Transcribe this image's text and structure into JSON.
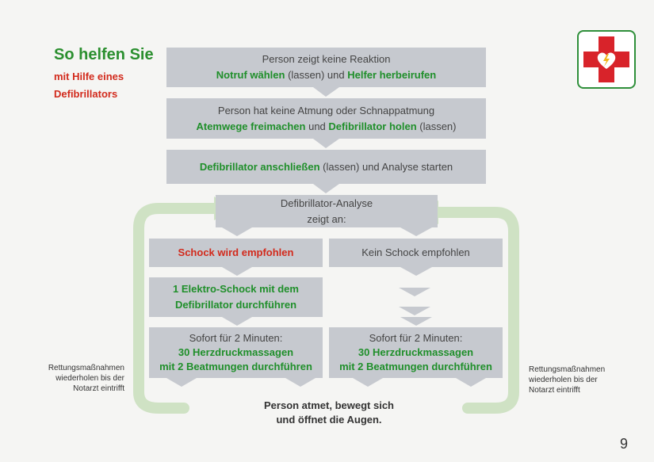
{
  "header": {
    "title": "So helfen Sie",
    "subtitle_line1": "mit Hilfe eines",
    "subtitle_line2": "Defibrillators"
  },
  "steps": {
    "s1": {
      "line1": "Person zeigt keine Reaktion",
      "a": "Notruf wählen",
      "b": " (lassen) und ",
      "c": "Helfer herbeirufen"
    },
    "s2": {
      "line1": "Person hat keine Atmung oder Schnappatmung",
      "a": "Atemwege freimachen",
      "b": " und ",
      "c": "Defibrillator holen",
      "d": " (lassen)"
    },
    "s3": {
      "a": "Defibrillator anschließen",
      "b": " (lassen) und Analyse starten"
    },
    "s4": {
      "line1": "Defibrillator-Analyse",
      "line2": "zeigt an:"
    }
  },
  "left_branch": {
    "shock": "Schock wird empfohlen",
    "action_line1": "1 Elektro-Schock mit dem",
    "action_line2": "Defibrillator durchführen",
    "cpr_line1": "Sofort für 2 Minuten:",
    "cpr_line2": "30 Herzdruckmassagen",
    "cpr_line3": "mit 2 Beatmungen durchführen"
  },
  "right_branch": {
    "no_shock": "Kein Schock empfohlen",
    "cpr_line1": "Sofort für 2 Minuten:",
    "cpr_line2": "30 Herzdruckmassagen",
    "cpr_line3": "mit 2 Beatmungen durchführen"
  },
  "loop_note_left": {
    "l1": "Rettungsmaßnahmen",
    "l2": "wiederholen bis der",
    "l3": "Notarzt eintrifft"
  },
  "loop_note_right": {
    "l1": "Rettungsmaßnahmen",
    "l2": "wiederholen bis der",
    "l3": "Notarzt eintrifft"
  },
  "final": {
    "l1": "Person atmet, bewegt sich",
    "l2": "und öffnet die Augen."
  },
  "page_number": "9",
  "colors": {
    "box": "#c6c9cf",
    "green_text": "#1f8f2a",
    "red_text": "#d22a1c",
    "loop": "#cfe2c4",
    "logo_cross": "#d8232a"
  },
  "icons": {
    "logo": "first-aid-cross-heart-lightning-icon"
  }
}
